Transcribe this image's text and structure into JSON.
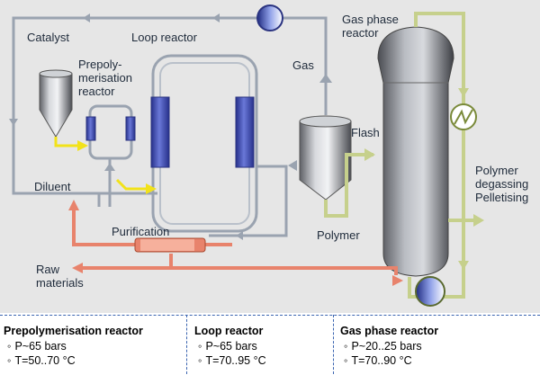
{
  "labels": {
    "catalyst": "Catalyst",
    "loop_reactor": "Loop reactor",
    "gas_phase_reactor": "Gas phase\nreactor",
    "prepolymerisation_reactor": "Prepoly-\nmerisation\nreactor",
    "gas": "Gas",
    "flash": "Flash",
    "diluent": "Diluent",
    "purification": "Purification",
    "polymer": "Polymer",
    "polymer_degassing": "Polymer\ndegassing\nPelletising",
    "raw_materials": "Raw\nmaterials"
  },
  "table": [
    {
      "title": "Prepolymerisation reactor",
      "items": [
        "P~65 bars",
        "T=50..70 °C"
      ]
    },
    {
      "title": "Loop reactor",
      "items": [
        "P~65 bars",
        "T=70..95 °C"
      ]
    },
    {
      "title": "Gas phase reactor",
      "items": [
        "P~20..25 bars",
        "T=70..90 °C"
      ]
    }
  ],
  "colors": {
    "background": "#e6e6e6",
    "pipe_gray": "#9aa3b0",
    "pipe_green": "#c6d08c",
    "pipe_red": "#e8836c",
    "pipe_yellow": "#f2e21a",
    "reactor_blue": "#4a56b8",
    "separator": "#3a64b0"
  }
}
